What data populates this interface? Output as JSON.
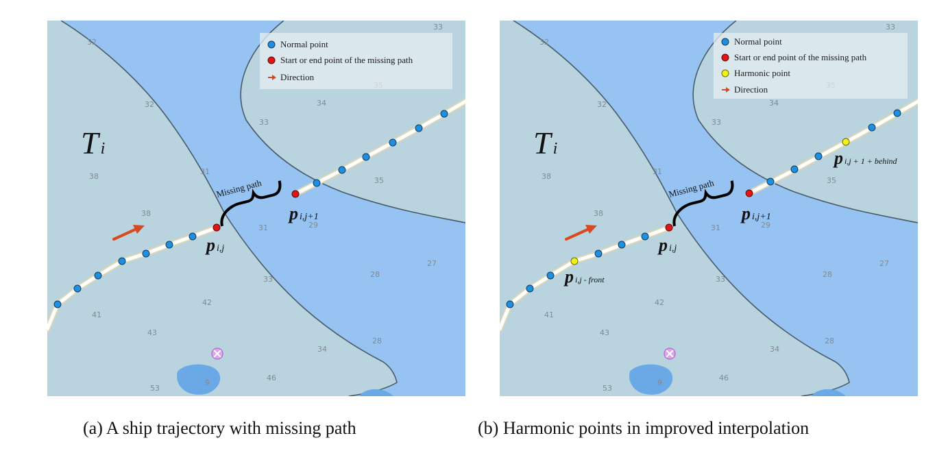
{
  "colors": {
    "sea": "#96c3f2",
    "land": "#b9d3df",
    "coastline": "#475a66",
    "track_outer": "#dcd6b4",
    "track_inner": "#ffffff",
    "normal_point": "#1f8fe0",
    "endpoint": "#e01515",
    "harmonic_point": "#f2f21a",
    "direction_arrow": "#d9491f",
    "legend_bg": "#e6edf1"
  },
  "legend": {
    "normal_point": "Normal point",
    "endpoint": "Start or end point of the missing path",
    "harmonic_point": "Harmonic point",
    "direction": "Direction"
  },
  "labels": {
    "trajectory": "T",
    "trajectory_sub": "i",
    "missing_path": "Missing path",
    "p": "p",
    "p_start_sub": "i,j",
    "p_end_sub": "i,j+1",
    "p_front_sub": "i,j - front",
    "p_behind_sub": "i,j + 1 + behind"
  },
  "depth_soundings": [
    "32",
    "33",
    "32",
    "33",
    "34",
    "35",
    "31",
    "38",
    "38",
    "31",
    "35",
    "29",
    "27",
    "28",
    "33",
    "42",
    "41",
    "43",
    "34",
    "28",
    "46",
    "53",
    "9"
  ],
  "captions": {
    "a": "(a)   A ship trajectory with missing path",
    "b": "(b) Harmonic points in improved interpolation"
  },
  "icons": [
    "restricted-area-icon"
  ]
}
